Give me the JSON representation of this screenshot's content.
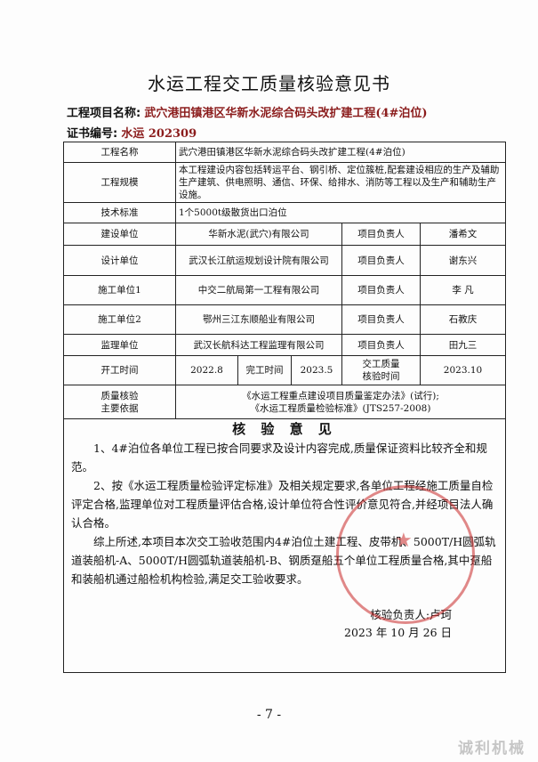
{
  "title": "水运工程交工质量核验意见书",
  "project": {
    "label": "工程项目名称:",
    "value": "武穴港田镇港区华新水泥综合码头改扩建工程(4#泊位)"
  },
  "certificate": {
    "label": "证书编号:",
    "value": "水运 202309"
  },
  "table": {
    "name_label": "工程名称",
    "name_value": "武穴港田镇港区华新水泥综合码头改扩建工程(4#泊位)",
    "scale_label": "工程规模",
    "scale_value": "本工程建设内容包括转运平台、钢引桥、定位簇桩,配套建设相应的生产及辅助生产建筑、供电照明、通信、环保、给排水、消防等工程以及生产和辅助生产设施。",
    "tech_label": "技术标准",
    "tech_value": "1个5000t级散货出口泊位",
    "units": [
      {
        "role": "建设单位",
        "org": "华新水泥(武穴)有限公司",
        "lead_label": "项目负责人",
        "lead": "潘希文"
      },
      {
        "role": "设计单位",
        "org": "武汉长江航运规划设计院有限公司",
        "lead_label": "项目负责人",
        "lead": "谢东兴"
      },
      {
        "role": "施工单位1",
        "org": "中交二航局第一工程有限公司",
        "lead_label": "项目负责人",
        "lead": "李 凡"
      },
      {
        "role": "施工单位2",
        "org": "鄂州三江东顺船业有限公司",
        "lead_label": "项目负责人",
        "lead": "石教庆"
      },
      {
        "role": "监理单位",
        "org": "武汉长航科达工程监理有限公司",
        "lead_label": "项目负责人",
        "lead": "田九三"
      }
    ],
    "dates": {
      "start_label": "开工时间",
      "start": "2022.8",
      "finish_label": "完工时间",
      "finish": "2023.5",
      "check_label_1": "交工质量",
      "check_label_2": "核验时间",
      "check": "2023.10"
    },
    "basis_label_1": "质量核验",
    "basis_label_2": "主要依据",
    "basis_1": "《水运工程重点建设项目质量鉴定办法》(试行);",
    "basis_2": "《水运工程质量检验标准》(JTS257-2008)"
  },
  "opinion": {
    "title": "核 验 意 见",
    "p1": "1、4#泊位各单位工程已按合同要求及设计内容完成,质量保证资料比较齐全和规范。",
    "p2": "2、按《水运工程质量检验评定标准》及相关规定要求,各单位工程经施工质量自检评定合格,监理单位对工程质量评估合格,设计单位符合性评价意见符合,并经项目法人确认合格。",
    "p3": "综上所述,本项目本次交工验收范围内4#泊位土建工程、皮带机、5000T/H圆弧轨道装船机-A、5000T/H圆弧轨道装船机-B、钢质趸船五个单位工程质量合格,其中趸船和装船机通过船检机构检验,满足交工验收要求。",
    "signer": "核验负责人:卢珂",
    "date": "2023 年 10 月 26 日"
  },
  "page_number": "- 7 -",
  "watermark": "诚利机械"
}
